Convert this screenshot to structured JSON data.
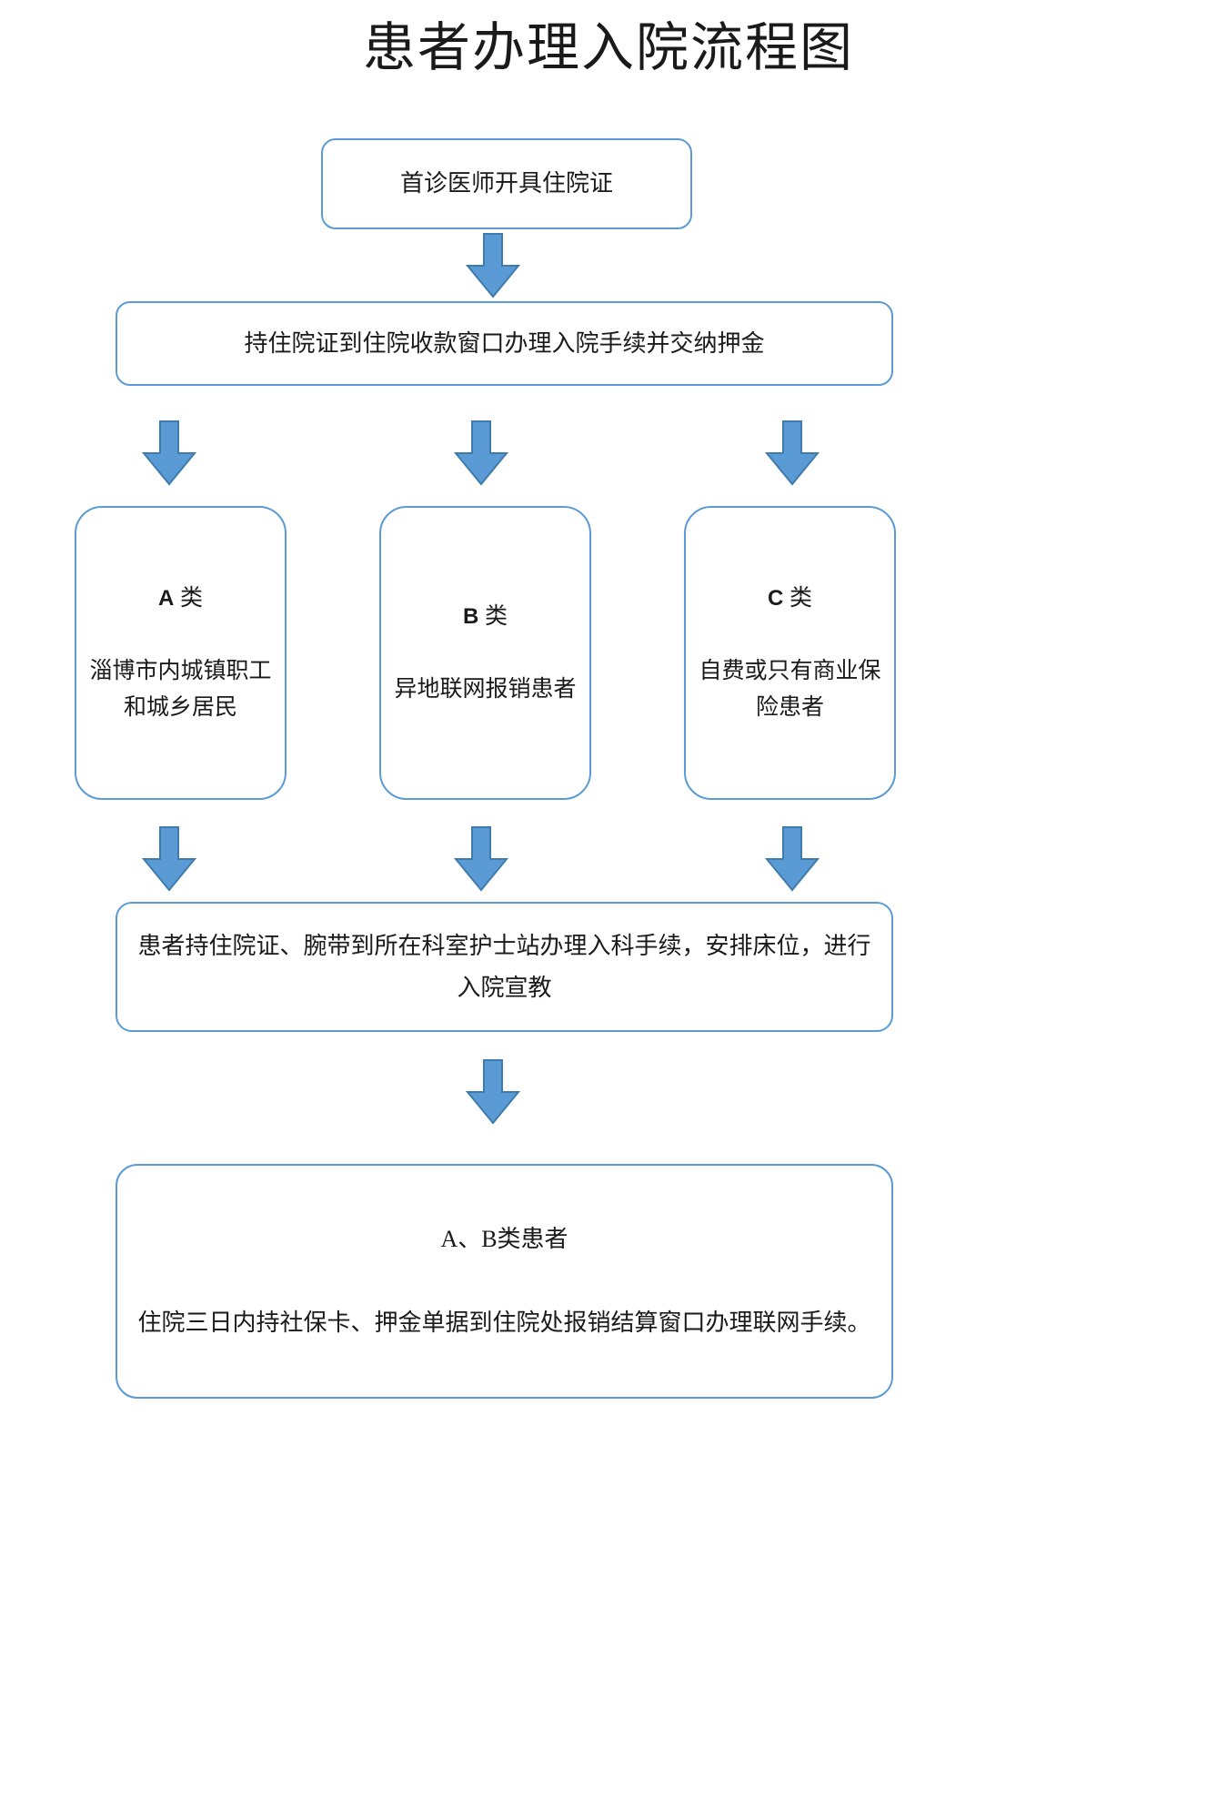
{
  "page": {
    "title": "患者办理入院流程图",
    "background": "#ffffff",
    "accent_border": "#5b9bd5",
    "arrow_fill": "#5b9bd5",
    "arrow_stroke": "#3f7cad",
    "text_color": "#1a1a1a"
  },
  "flow": {
    "step1": {
      "label": "首诊医师开具住院证"
    },
    "step2": {
      "label": "持住院证到住院收款窗口办理入院手续并交纳押金"
    },
    "categories": [
      {
        "code": "A",
        "code_suffix": "类",
        "description": "淄博市内城镇职工和城乡居民"
      },
      {
        "code": "B",
        "code_suffix": "类",
        "description": "异地联网报销患者"
      },
      {
        "code": "C",
        "code_suffix": "类",
        "description": "自费或只有商业保险患者"
      }
    ],
    "step3": {
      "label": "患者持住院证、腕带到所在科室护士站办理入科手续，安排床位，进行入院宣教"
    },
    "step4": {
      "line1": "A、B类患者",
      "line2": "住院三日内持社保卡、押金单据到住院处报销结算窗口办理联网手续。"
    },
    "connectors": [
      {
        "name": "arrow-step1-to-step2",
        "direction": "down"
      },
      {
        "name": "arrow-step2-to-category-a",
        "direction": "down"
      },
      {
        "name": "arrow-step2-to-category-b",
        "direction": "down"
      },
      {
        "name": "arrow-step2-to-category-c",
        "direction": "down"
      },
      {
        "name": "arrow-category-a-to-step3",
        "direction": "down"
      },
      {
        "name": "arrow-category-b-to-step3",
        "direction": "down"
      },
      {
        "name": "arrow-category-c-to-step3",
        "direction": "down"
      },
      {
        "name": "arrow-step3-to-step4",
        "direction": "down"
      }
    ]
  }
}
